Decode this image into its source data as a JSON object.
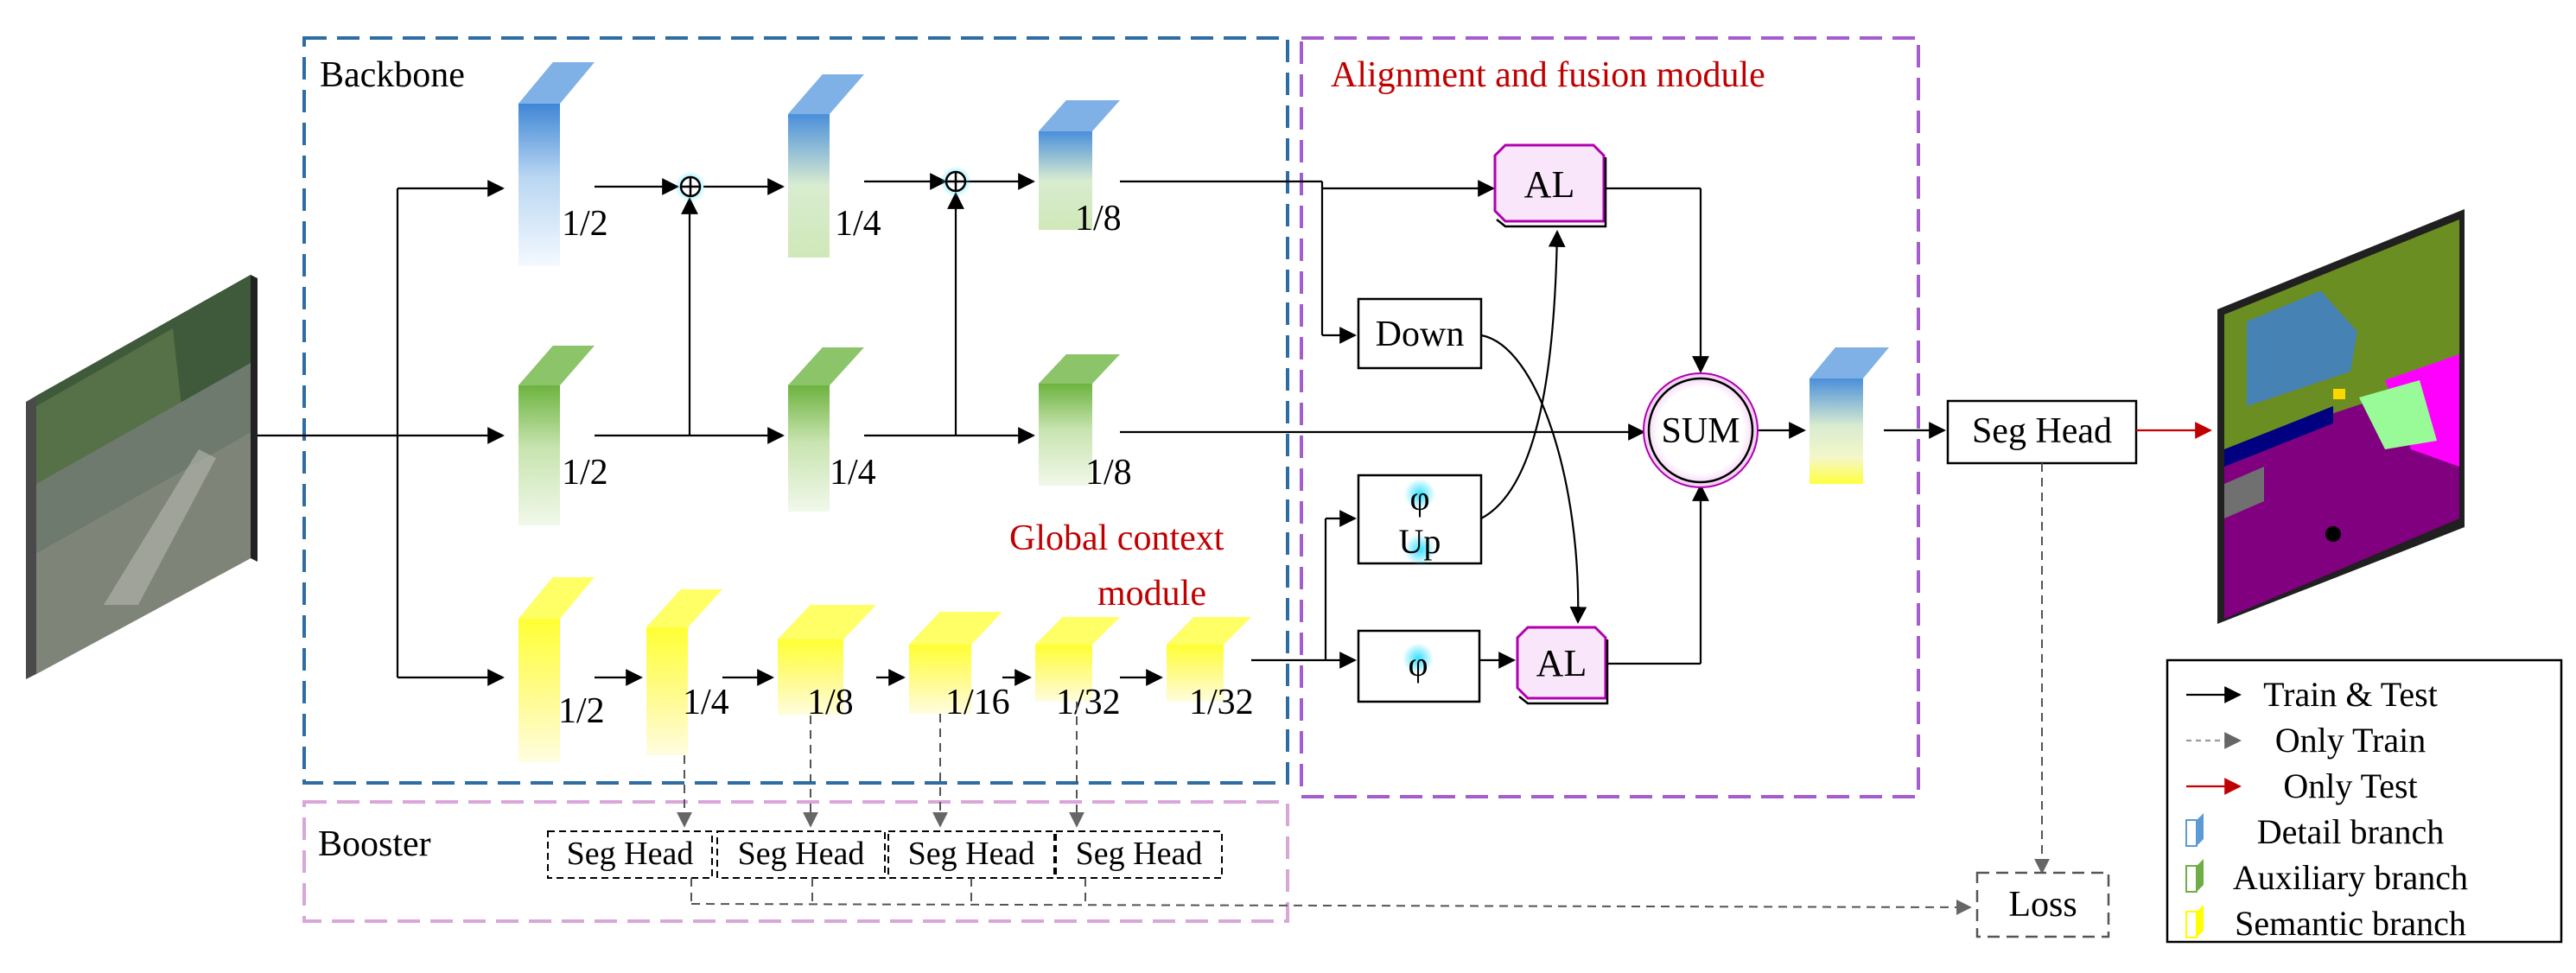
{
  "regions": {
    "backbone": "Backbone",
    "booster": "Booster",
    "alignment": "Alignment and fusion module",
    "global_context": [
      "Global context",
      "module"
    ]
  },
  "input_label": "",
  "detail_branch": {
    "scales": [
      "1/2",
      "1/4",
      "1/8"
    ]
  },
  "auxiliary_branch": {
    "scales": [
      "1/2",
      "1/4",
      "1/8"
    ]
  },
  "semantic_branch": {
    "scales": [
      "1/2",
      "1/4",
      "1/8",
      "1/16",
      "1/32",
      "1/32"
    ]
  },
  "fusion": {
    "al_top": "AL",
    "al_bottom": "AL",
    "down": "Down",
    "phi_up": [
      "φ",
      "Up"
    ],
    "phi": "φ",
    "sum": "SUM"
  },
  "booster_heads": [
    "Seg Head",
    "Seg Head",
    "Seg Head",
    "Seg Head"
  ],
  "seg_head": "Seg Head",
  "loss": "Loss",
  "legend": [
    {
      "label": "Train & Test",
      "kind": "arrow",
      "color": "#000000"
    },
    {
      "label": "Only Train",
      "kind": "arrow-dashed",
      "color": "#9a9a9a"
    },
    {
      "label": "Only Test",
      "kind": "arrow",
      "color": "#c00000"
    },
    {
      "label": "Detail branch",
      "kind": "swatch",
      "color": "#5b9bd5"
    },
    {
      "label": "Auxiliary branch",
      "kind": "swatch",
      "color": "#70ad47"
    },
    {
      "label": "Semantic branch",
      "kind": "swatch",
      "color": "#ffff00"
    }
  ],
  "colors": {
    "backbone_border": "#2e6da4",
    "alignment_border": "#a45ccf",
    "booster_border": "#d9a6d9",
    "red_text": "#c00000",
    "al_fill": "#f9e6fa",
    "al_border": "#b000b0"
  }
}
